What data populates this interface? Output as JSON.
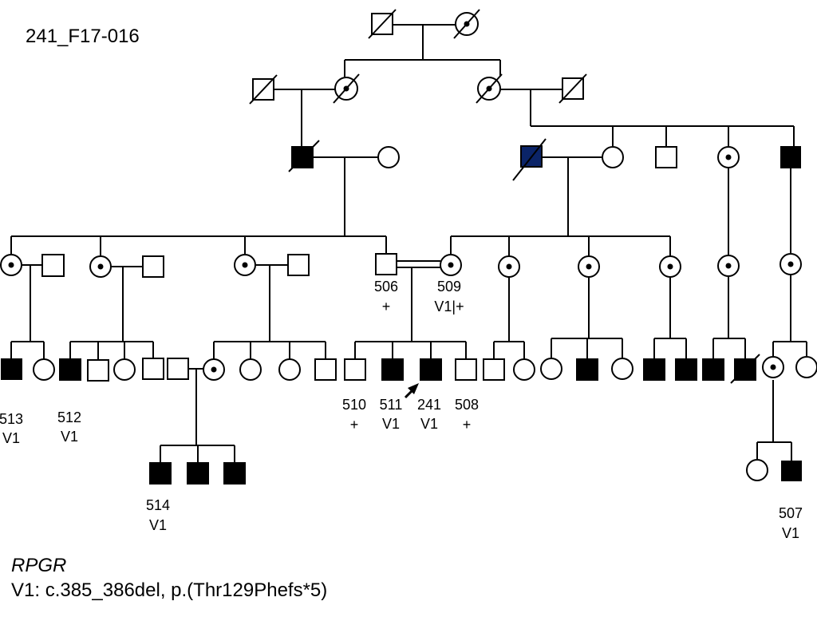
{
  "family_id": "241_F17-016",
  "legend": {
    "gene": "RPGR",
    "variant": "V1: c.385_386del, p.(Thr129Phefs*5)"
  },
  "colors": {
    "line": "#000000",
    "affected": "#000000",
    "highlight": "#0b2468",
    "unaffected": "#ffffff"
  },
  "individual_labels": {
    "id_506": "506",
    "gt_506": "+",
    "id_509": "509",
    "gt_509": "V1|+",
    "id_513": "513",
    "gt_513": "V1",
    "id_512": "512",
    "gt_512": "V1",
    "id_510": "510",
    "gt_510": "+",
    "id_511": "511",
    "gt_511": "V1",
    "id_241": "241",
    "gt_241": "V1",
    "id_508": "508",
    "gt_508": "+",
    "id_514": "514",
    "gt_514": "V1",
    "id_507": "507",
    "gt_507": "V1"
  }
}
